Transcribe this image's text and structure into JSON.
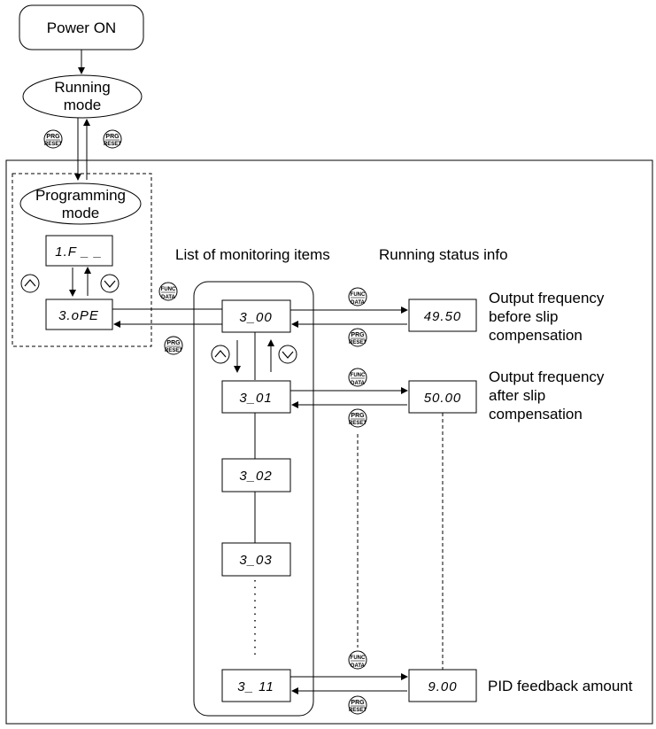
{
  "nodes": {
    "power_on": "Power ON",
    "running_mode_1": "Running",
    "running_mode_2": "mode",
    "programming_mode_1": "Programming",
    "programming_mode_2": "mode"
  },
  "headers": {
    "list_items": "List of monitoring items",
    "running_status": "Running status info"
  },
  "lcd": {
    "prog_top": "1.F _ _",
    "prog_ope": "3.oPE",
    "m300": "3_00",
    "m301": "3_01",
    "m302": "3_02",
    "m303": "3_03",
    "m311": "3_ 11",
    "v1": "49.50",
    "v2": "50.00",
    "v3": "9.00"
  },
  "status_labels": {
    "s1_line1": "Output frequency",
    "s1_line2": "before slip",
    "s1_line3": "compensation",
    "s2_line1": "Output frequency",
    "s2_line2": "after slip",
    "s2_line3": "compensation",
    "s3": "PID feedback amount"
  },
  "keys": {
    "prg": "PRG",
    "reset": "RESET",
    "func": "FUNC",
    "data": "DATA"
  }
}
